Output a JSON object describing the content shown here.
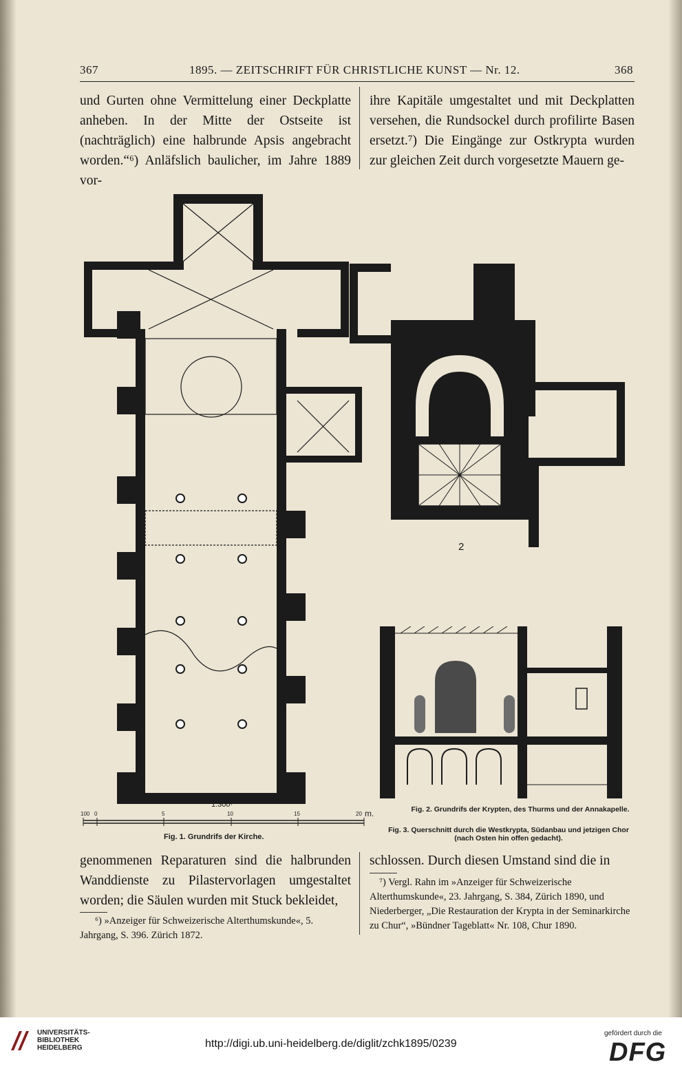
{
  "header": {
    "page_left": "367",
    "title": "1895. — ZEITSCHRIFT FÜR CHRISTLICHE KUNST — Nr. 12.",
    "page_right": "368"
  },
  "top_left_text": "und Gurten ohne Vermittelung einer Deckplatte anheben. In der Mitte der Ostseite ist (nachträglich) eine halbrunde Apsis angebracht worden.“⁶) Anläfslich baulicher, im Jahre 1889 vor-",
  "top_right_text": "ihre Kapitäle umgestaltet und mit Deckplatten versehen, die Rundsockel durch profilirte Basen ersetzt.⁷) Die Eingänge zur Ostkrypta wurden zur gleichen Zeit durch vorgesetzte Mauern ge-",
  "figures": {
    "fig1_caption": "Fig. 1. Grundrifs der Kirche.",
    "scale_label": "1:300·",
    "scale_ticks": [
      "100",
      "0",
      "5",
      "10",
      "15",
      "20"
    ],
    "scale_unit": "m.",
    "fig2_number": "2",
    "fig2_caption": "Fig. 2. Grundrifs der Krypten, des Thurms und der Annakapelle.",
    "fig3_caption": "Fig. 3. Querschnitt durch die Westkrypta, Südanbau und jetzigen Chor (nach Osten hin offen gedacht)."
  },
  "bottom_left_text": "genommenen Reparaturen sind die halbrunden Wanddienste zu Pilastervorlagen umgestaltet worden; die Säulen wurden mit Stuck bekleidet,",
  "bottom_right_text": "schlossen. Durch diesen Umstand sind die in",
  "footnotes": {
    "fn6": "⁶) »Anzeiger für Schweizerische Alterthumskunde«, 5. Jahrgang, S. 396. Zürich 1872.",
    "fn7": "⁷) Vergl. Rahn im »Anzeiger für Schweizerische Alterthumskunde«, 23. Jahrgang, S. 384, Zürich 1890, und Niederberger, „Die Restauration der Krypta in der Seminarkirche zu Chur“, »Bündner Tageblatt« Nr. 108, Chur 1890."
  },
  "footer": {
    "library_line1": "UNIVERSITÄTS-",
    "library_line2": "BIBLIOTHEK",
    "library_line3": "HEIDELBERG",
    "url": "http://digi.ub.uni-heidelberg.de/diglit/zchk1895/0239",
    "funded_by": "gefördert durch die",
    "dfg_logo": "DFG"
  }
}
